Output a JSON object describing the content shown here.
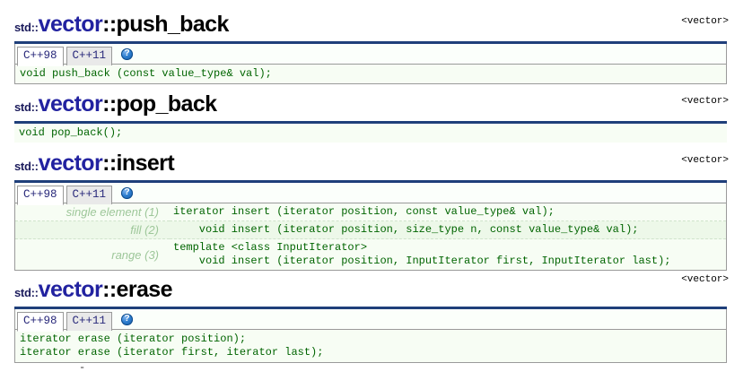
{
  "sections": [
    {
      "header_label": "<vector>",
      "ns": "std::",
      "cls": "vector",
      "member": "::push_back",
      "tabs": [
        {
          "label": "C++98",
          "active": true
        },
        {
          "label": "C++11",
          "active": false
        }
      ],
      "info_icon": "help-question-icon",
      "code_lines": [
        "void push_back (const value_type& val);"
      ]
    },
    {
      "header_label": "<vector>",
      "ns": "std::",
      "cls": "vector",
      "member": "::pop_back",
      "tabs": [],
      "code_lines": [
        "void pop_back();"
      ]
    },
    {
      "header_label": "<vector>",
      "ns": "std::",
      "cls": "vector",
      "member": "::insert",
      "tabs": [
        {
          "label": "C++98",
          "active": true
        },
        {
          "label": "C++11",
          "active": false
        }
      ],
      "info_icon": "help-question-icon",
      "signatures": [
        {
          "label": "single element (1)",
          "code": "iterator insert (iterator position, const value_type& val);"
        },
        {
          "label": "fill (2)",
          "code": "    void insert (iterator position, size_type n, const value_type& val);"
        },
        {
          "label": "range (3)",
          "code": "template <class InputIterator>\n    void insert (iterator position, InputIterator first, InputIterator last);"
        }
      ]
    },
    {
      "header_label": "<vector>",
      "ns": "std::",
      "cls": "vector",
      "member": "::erase",
      "tabs": [
        {
          "label": "C++98",
          "active": true
        },
        {
          "label": "C++11",
          "active": false
        }
      ],
      "info_icon": "help-question-icon",
      "code_lines": [
        "iterator erase (iterator position);",
        "iterator erase (iterator first, iterator last);"
      ]
    }
  ],
  "footer_artifact": "-",
  "colors": {
    "rule": "#1f3f7a",
    "class_name": "#2222a0",
    "code_text": "#006400",
    "code_bg": "#f7fdf4",
    "tab_active_bg": "#ffffff",
    "tab_inactive_bg": "#e9e9e9",
    "sig_label": "#9ec79a",
    "border": "#9a9a9a"
  }
}
